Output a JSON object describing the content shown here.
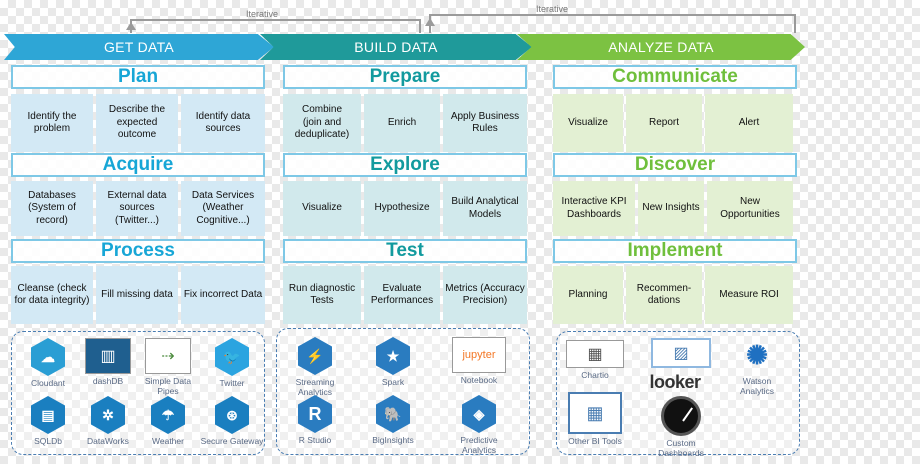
{
  "iterative_labels": [
    "Iterative",
    "Iterative"
  ],
  "phases": [
    {
      "id": "get",
      "title": "GET DATA",
      "color": "#2ea6d6",
      "header_color": "#17a6d6",
      "cell_color": "#d3e9f5",
      "sections": [
        {
          "title": "Plan",
          "cells": [
            "Identify the problem",
            "Describe the expected outcome",
            "Identify data sources"
          ]
        },
        {
          "title": "Acquire",
          "cells": [
            "Databases (System of record)",
            "External data sources (Twitter...)",
            "Data Services (Weather Cognitive...)"
          ]
        },
        {
          "title": "Process",
          "cells": [
            "Cleanse (check for data integrity)",
            "Fill missing data",
            "Fix incorrect Data"
          ]
        }
      ]
    },
    {
      "id": "build",
      "title": "BUILD DATA",
      "color": "#1f9a9a",
      "header_color": "#129a9e",
      "cell_color": "#d1e9ec",
      "sections": [
        {
          "title": "Prepare",
          "cells": [
            "Combine\n(join and deduplicate)",
            "Enrich",
            "Apply Business Rules"
          ]
        },
        {
          "title": "Explore",
          "cells": [
            "Visualize",
            "Hypothesize",
            "Build Analytical Models"
          ]
        },
        {
          "title": "Test",
          "cells": [
            "Run diagnostic Tests",
            "Evaluate Performances",
            "Metrics (Accuracy Precision)"
          ]
        }
      ]
    },
    {
      "id": "analyze",
      "title": "ANALYZE DATA",
      "color": "#7cc242",
      "header_color": "#6fbf3c",
      "cell_color": "#e3f0d3",
      "sections": [
        {
          "title": "Communicate",
          "cells": [
            "Visualize",
            "Report",
            "Alert"
          ]
        },
        {
          "title": "Discover",
          "cells": [
            "Interactive KPI Dashboards",
            "New Insights",
            "New Opportunities"
          ]
        },
        {
          "title": "Implement",
          "cells": [
            "Planning",
            "Recommen-\ndations",
            "Measure ROI"
          ]
        }
      ]
    }
  ],
  "tools": {
    "get": [
      {
        "label": "Cloudant",
        "icon": "cloudant-icon",
        "color": "#2a9ed4",
        "glyph": "☁"
      },
      {
        "label": "dashDB",
        "icon": "dashdb-icon",
        "color": "#1f5f8f",
        "glyph": "▥"
      },
      {
        "label": "Simple Data Pipes",
        "icon": "data-pipes-icon",
        "color": "#4b8a3c",
        "glyph": "⇢"
      },
      {
        "label": "Twitter",
        "icon": "twitter-icon",
        "color": "#2ba4e0",
        "glyph": "🐦"
      },
      {
        "label": "SQLDb",
        "icon": "sqldb-icon",
        "color": "#1a7fc0",
        "glyph": "▤"
      },
      {
        "label": "DataWorks",
        "icon": "dataworks-icon",
        "color": "#1a7fc0",
        "glyph": "✲"
      },
      {
        "label": "Weather",
        "icon": "weather-icon",
        "color": "#1a7fc0",
        "glyph": "☂"
      },
      {
        "label": "Secure Gateway",
        "icon": "secure-gateway-icon",
        "color": "#1a7fc0",
        "glyph": "⊛"
      }
    ],
    "build": [
      {
        "label": "Streaming Analytics",
        "icon": "streaming-analytics-icon",
        "color": "#2a7cc0",
        "glyph": "⚡"
      },
      {
        "label": "Spark",
        "icon": "spark-icon",
        "color": "#2a7cc0",
        "glyph": "★"
      },
      {
        "label": "Notebook",
        "icon": "jupyter-icon",
        "color": "#f37726",
        "glyph": "jupyter"
      },
      {
        "label": "R Studio",
        "icon": "r-studio-icon",
        "color": "#2a7cc0",
        "glyph": "R"
      },
      {
        "label": "BigInsights",
        "icon": "biginsights-icon",
        "color": "#2a7cc0",
        "glyph": "🐘"
      },
      {
        "label": "Predictive Analytics",
        "icon": "predictive-analytics-icon",
        "color": "#2a7cc0",
        "glyph": "◈"
      }
    ],
    "analyze": [
      {
        "label": "Chartio",
        "icon": "chartio-icon",
        "color": "#ffffff",
        "glyph": "▦"
      },
      {
        "label": "",
        "icon": "analytics-dashboard-icon",
        "color": "#ffffff",
        "glyph": "▨"
      },
      {
        "label": "Watson Analytics",
        "icon": "watson-analytics-icon",
        "color": "#1f70c1",
        "glyph": "✺"
      },
      {
        "label": "Other BI Tools",
        "icon": "bi-tools-icon",
        "color": "#ffffff",
        "glyph": "▦"
      },
      {
        "label": "Looker",
        "icon": "looker-icon",
        "color": "#ffffff",
        "glyph": "looker"
      },
      {
        "label": "Custom Dashboards",
        "icon": "gauge-icon",
        "color": "#111111",
        "glyph": "◔"
      }
    ]
  }
}
